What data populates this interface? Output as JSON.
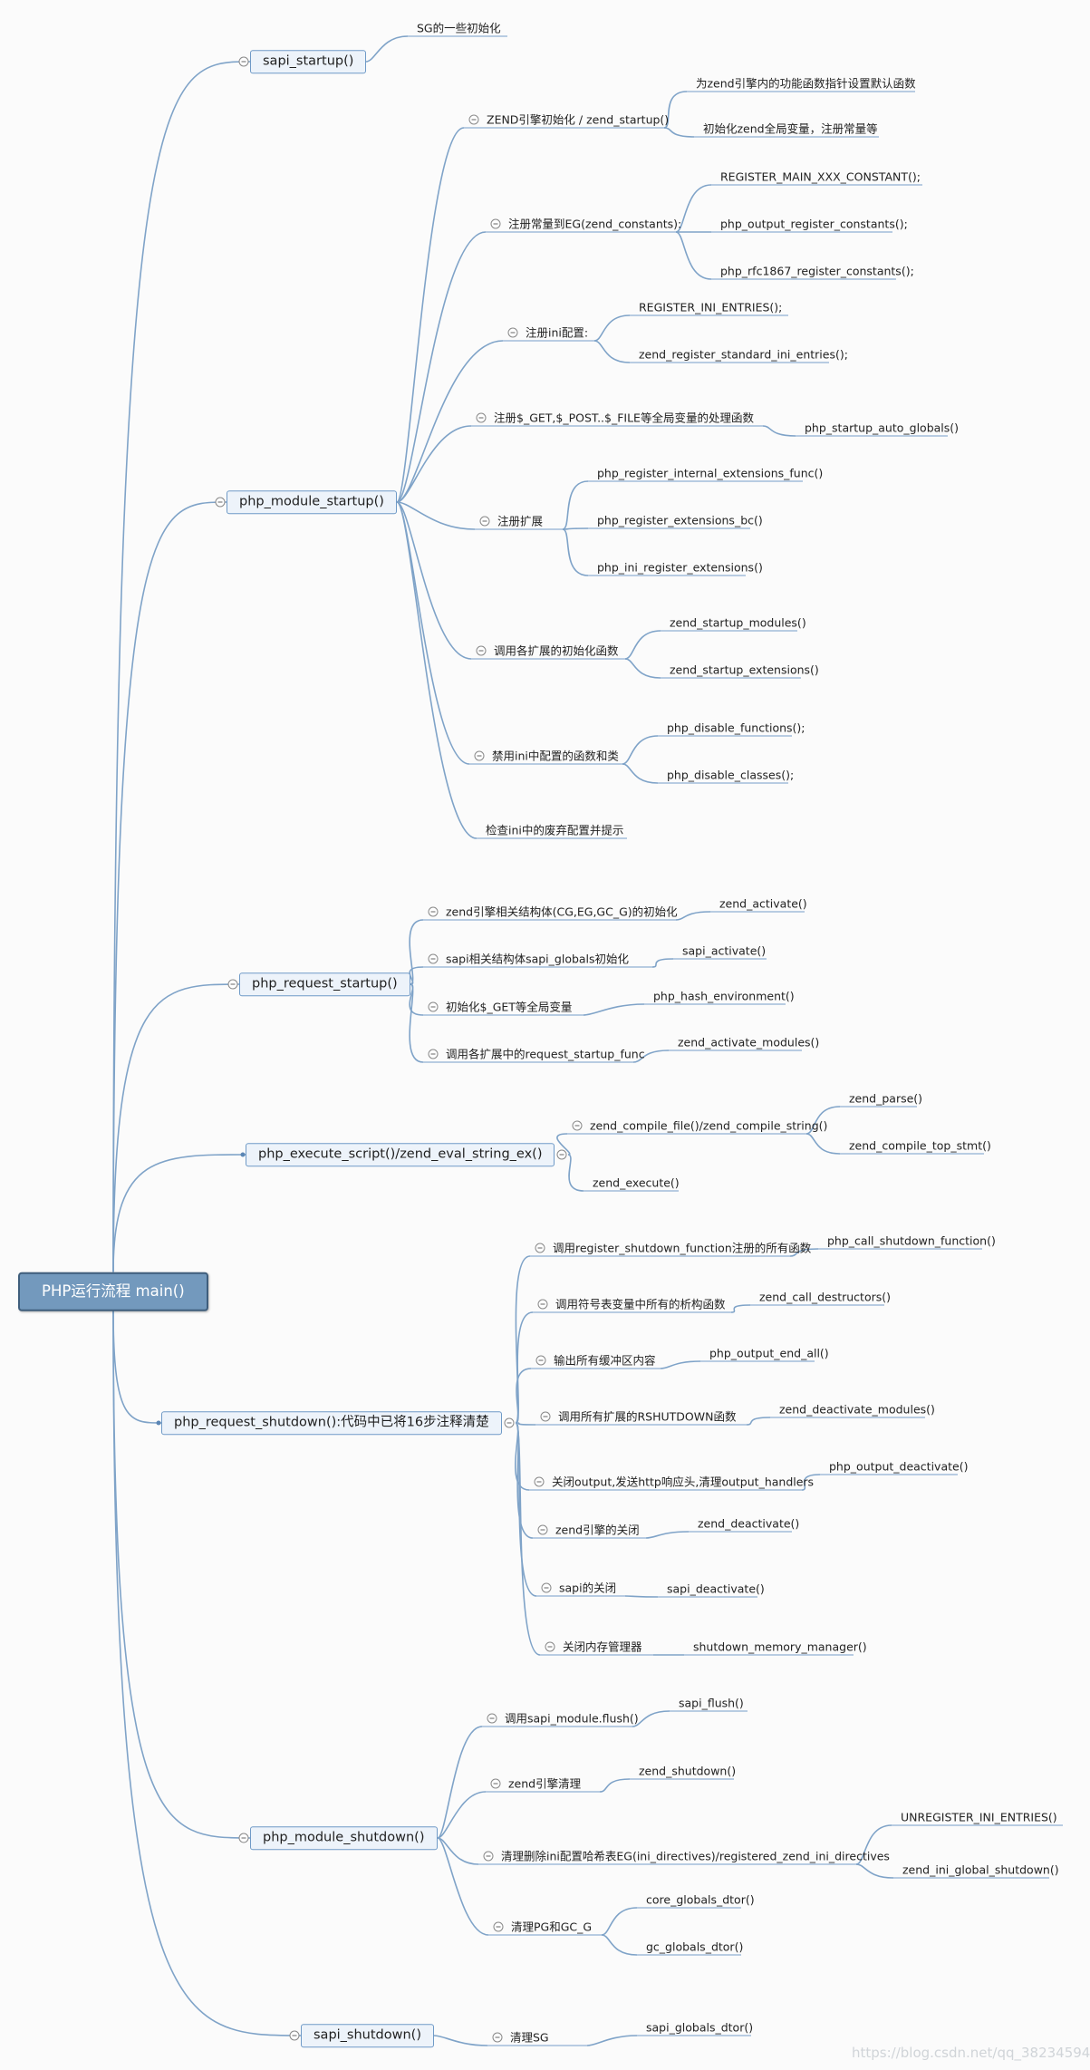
{
  "mindmap": {
    "root": "PHP运行流程  main()",
    "branches": [
      {
        "label": "sapi_startup()",
        "children": [
          {
            "label": "SG的一些初始化"
          }
        ]
      },
      {
        "label": "php_module_startup()",
        "children": [
          {
            "label": "ZEND引擎初始化 / zend_startup()",
            "children": [
              {
                "label": "为zend引擎内的功能函数指针设置默认函数"
              },
              {
                "label": "初始化zend全局变量，注册常量等"
              }
            ]
          },
          {
            "label": "注册常量到EG(zend_constants):",
            "children": [
              {
                "label": "REGISTER_MAIN_XXX_CONSTANT();"
              },
              {
                "label": "php_output_register_constants();"
              },
              {
                "label": "php_rfc1867_register_constants();"
              }
            ]
          },
          {
            "label": "注册ini配置:",
            "children": [
              {
                "label": "REGISTER_INI_ENTRIES();"
              },
              {
                "label": "zend_register_standard_ini_entries();"
              }
            ]
          },
          {
            "label": "注册$_GET,$_POST..$_FILE等全局变量的处理函数",
            "children": [
              {
                "label": "php_startup_auto_globals()"
              }
            ]
          },
          {
            "label": "注册扩展",
            "children": [
              {
                "label": "php_register_internal_extensions_func()"
              },
              {
                "label": "php_register_extensions_bc()"
              },
              {
                "label": "php_ini_register_extensions()"
              }
            ]
          },
          {
            "label": "调用各扩展的初始化函数",
            "children": [
              {
                "label": "zend_startup_modules()"
              },
              {
                "label": "zend_startup_extensions()"
              }
            ]
          },
          {
            "label": "禁用ini中配置的函数和类",
            "children": [
              {
                "label": "php_disable_functions();"
              },
              {
                "label": "php_disable_classes();"
              }
            ]
          },
          {
            "label": "检查ini中的废弃配置并提示"
          }
        ]
      },
      {
        "label": "php_request_startup()",
        "children": [
          {
            "label": "zend引擎相关结构体(CG,EG,GC_G)的初始化",
            "children": [
              {
                "label": "zend_activate()"
              }
            ]
          },
          {
            "label": "sapi相关结构体sapi_globals初始化",
            "children": [
              {
                "label": "sapi_activate()"
              }
            ]
          },
          {
            "label": "初始化$_GET等全局变量",
            "children": [
              {
                "label": "php_hash_environment()"
              }
            ]
          },
          {
            "label": "调用各扩展中的request_startup_func",
            "children": [
              {
                "label": "zend_activate_modules()"
              }
            ]
          }
        ]
      },
      {
        "label": "php_execute_script()/zend_eval_string_ex()",
        "children": [
          {
            "label": "zend_compile_file()/zend_compile_string()",
            "children": [
              {
                "label": "zend_parse()"
              },
              {
                "label": "zend_compile_top_stmt()"
              }
            ]
          },
          {
            "label": "zend_execute()"
          }
        ]
      },
      {
        "label": "php_request_shutdown():代码中已将16步注释清楚",
        "children": [
          {
            "label": "调用register_shutdown_function注册的所有函数",
            "children": [
              {
                "label": "php_call_shutdown_function()"
              }
            ]
          },
          {
            "label": "调用符号表变量中所有的析构函数",
            "children": [
              {
                "label": "zend_call_destructors()"
              }
            ]
          },
          {
            "label": "输出所有缓冲区内容",
            "children": [
              {
                "label": "php_output_end_all()"
              }
            ]
          },
          {
            "label": "调用所有扩展的RSHUTDOWN函数",
            "children": [
              {
                "label": "zend_deactivate_modules()"
              }
            ]
          },
          {
            "label": "关闭output,发送http响应头,清理output_handlers",
            "children": [
              {
                "label": "php_output_deactivate()"
              }
            ]
          },
          {
            "label": "zend引擎的关闭",
            "children": [
              {
                "label": "zend_deactivate()"
              }
            ]
          },
          {
            "label": "sapi的关闭",
            "children": [
              {
                "label": "sapi_deactivate()"
              }
            ]
          },
          {
            "label": "关闭内存管理器",
            "children": [
              {
                "label": "shutdown_memory_manager()"
              }
            ]
          }
        ]
      },
      {
        "label": "php_module_shutdown()",
        "children": [
          {
            "label": "调用sapi_module.flush()",
            "children": [
              {
                "label": "sapi_flush()"
              }
            ]
          },
          {
            "label": "zend引擎清理",
            "children": [
              {
                "label": "zend_shutdown()"
              }
            ]
          },
          {
            "label": "清理删除ini配置哈希表EG(ini_directives)/registered_zend_ini_directives",
            "children": [
              {
                "label": "UNREGISTER_INI_ENTRIES()"
              },
              {
                "label": "zend_ini_global_shutdown()"
              }
            ]
          },
          {
            "label": "清理PG和GC_G",
            "children": [
              {
                "label": "core_globals_dtor()"
              },
              {
                "label": "gc_globals_dtor()"
              }
            ]
          }
        ]
      },
      {
        "label": "sapi_shutdown()",
        "children": [
          {
            "label": "清理SG",
            "children": [
              {
                "label": "sapi_globals_dtor()"
              }
            ]
          }
        ]
      }
    ]
  },
  "watermark": "https://blog.csdn.net/qq_38234594",
  "colors": {
    "connector": "#7fa3c8",
    "root_fill": "#7399bd",
    "topic_border": "#6f9ac7"
  }
}
